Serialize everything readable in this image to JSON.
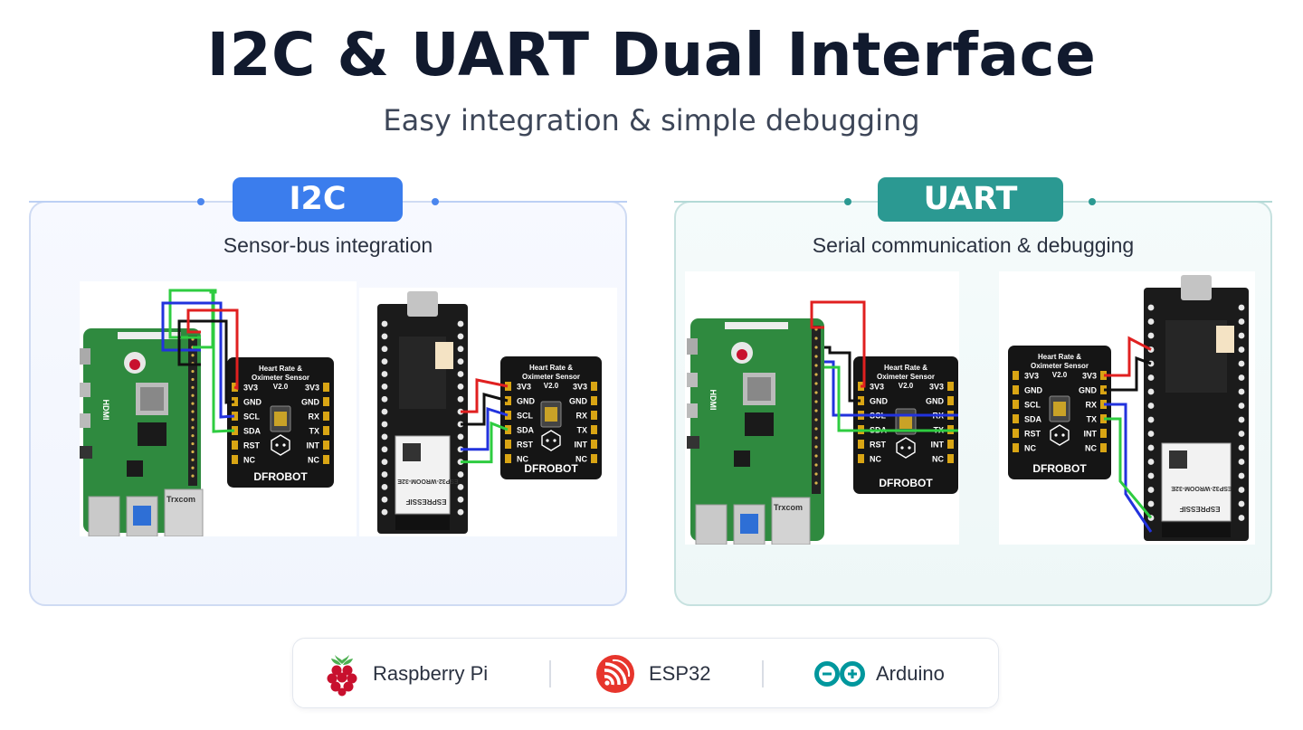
{
  "header": {
    "title": "I2C & UART Dual Interface",
    "subtitle": "Easy integration & simple debugging"
  },
  "panels": [
    {
      "label": "I2C",
      "subtitle": "Sensor-bus integration",
      "accent": "#3b7ded"
    },
    {
      "label": "UART",
      "subtitle": "Serial communication & debugging",
      "accent": "#2b9992"
    }
  ],
  "sensor": {
    "name_line1": "Heart Rate &",
    "name_line2": "Oximeter Sensor",
    "version": "V2.0",
    "pins_left": [
      "3V3",
      "GND",
      "SCL",
      "SDA",
      "RST",
      "NC"
    ],
    "pins_right": [
      "3V3",
      "GND",
      "RX",
      "TX",
      "INT",
      "NC"
    ],
    "brand": "DFROBOT"
  },
  "boards": {
    "pi_labels": [
      "HDMI",
      "Trxcom"
    ],
    "esp_module": "ESP32-WROOM-32E",
    "esp_brand": "ESPRESSIF"
  },
  "wire_colors": {
    "power": "#e02020",
    "ground": "#111111",
    "blue": "#2233dd",
    "green": "#2ecc40"
  },
  "platforms": [
    {
      "name": "Raspberry Pi",
      "icon": "raspberry-pi-icon"
    },
    {
      "name": "ESP32",
      "icon": "espressif-icon"
    },
    {
      "name": "Arduino",
      "icon": "arduino-icon"
    }
  ]
}
